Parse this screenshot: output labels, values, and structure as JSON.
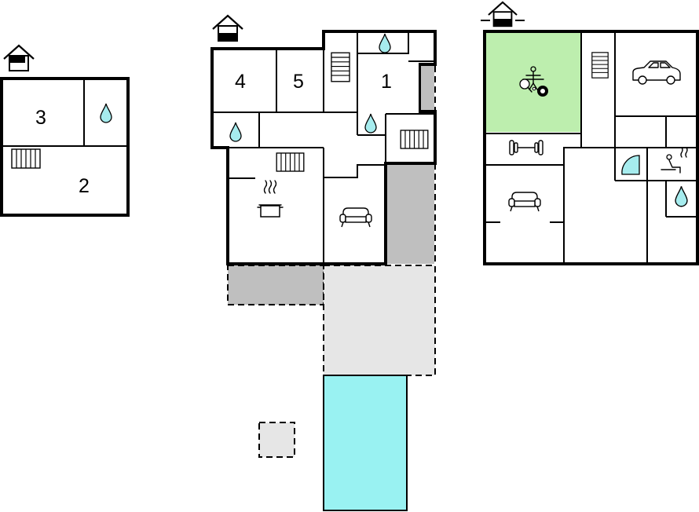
{
  "diagram": {
    "colors": {
      "wall": "#000000",
      "background": "#ffffff",
      "terrace_dark": "#bfbfbf",
      "terrace_light": "#e6e6e6",
      "pool": "#99f2f2",
      "water_drop": "#a6ecee",
      "activity_room": "#bdeeae",
      "shower": "#a6ecee"
    },
    "buildings": [
      {
        "id": "annex",
        "rooms": [
          {
            "id": "bedroom-3",
            "label": "3"
          },
          {
            "id": "bedroom-2",
            "label": "2"
          }
        ]
      },
      {
        "id": "main-house",
        "rooms": [
          {
            "id": "bedroom-4",
            "label": "4"
          },
          {
            "id": "bedroom-5",
            "label": "5"
          },
          {
            "id": "bedroom-1",
            "label": "1"
          }
        ]
      },
      {
        "id": "basement",
        "rooms": []
      }
    ],
    "icons": [
      "floor-level-icon",
      "bathroom-icon",
      "stairs-icon",
      "kitchen-icon",
      "living-room-icon",
      "billiards-icon",
      "table-tennis-icon",
      "foosball-icon",
      "fitness-icon",
      "garage-icon",
      "sauna-icon",
      "shower-icon"
    ]
  }
}
